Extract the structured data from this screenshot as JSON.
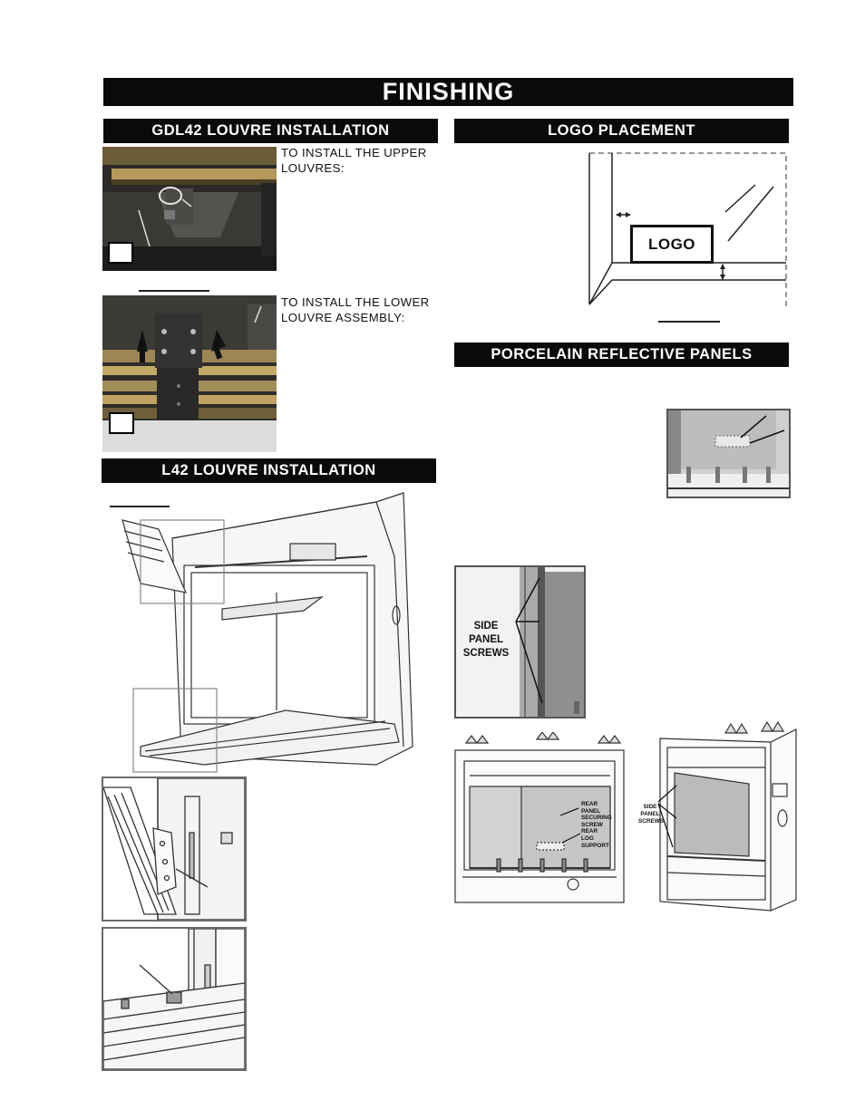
{
  "page_title": "FINISHING",
  "sections": {
    "gdl42": {
      "title": "GDL42 LOUVRE INSTALLATION",
      "upper_caption": "TO INSTALL THE UPPER LOUVRES:",
      "lower_caption": "TO INSTALL THE LOWER LOUVRE ASSEMBLY:"
    },
    "logo_placement": {
      "title": "LOGO PLACEMENT",
      "logo_text": "LOGO"
    },
    "porcelain": {
      "title": "PORCELAIN REFLECTIVE PANELS",
      "side_panel_label": [
        "SIDE",
        "PANEL",
        "SCREWS"
      ],
      "rear_labels": [
        "REAR",
        "PANEL",
        "SECURING",
        "SCREW",
        "REAR",
        "LOG",
        "SUPPORT"
      ],
      "side_small_label": [
        "SIDE",
        "PANEL",
        "SCREWS"
      ]
    },
    "l42": {
      "title": "L42 LOUVRE INSTALLATION"
    }
  },
  "colors": {
    "banner_bg": "#0a0a0a",
    "banner_text": "#ffffff"
  }
}
